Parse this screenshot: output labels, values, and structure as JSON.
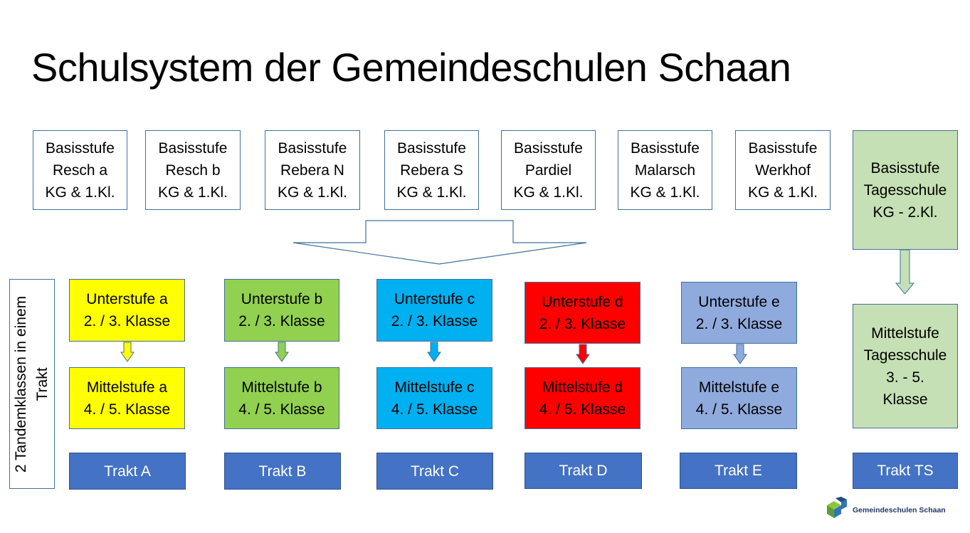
{
  "title": "Schulsystem der Gemeindeschulen Schaan",
  "side_label": "2 Tandemklassen in einem Trakt",
  "basisstufen": [
    {
      "line1": "Basisstufe",
      "line2": "Resch a",
      "line3": "KG & 1.Kl."
    },
    {
      "line1": "Basisstufe",
      "line2": "Resch b",
      "line3": "KG & 1.Kl."
    },
    {
      "line1": "Basisstufe",
      "line2": "Rebera N",
      "line3": "KG & 1.Kl."
    },
    {
      "line1": "Basisstufe",
      "line2": "Rebera S",
      "line3": "KG & 1.Kl."
    },
    {
      "line1": "Basisstufe",
      "line2": "Pardiel",
      "line3": "KG & 1.Kl."
    },
    {
      "line1": "Basisstufe",
      "line2": "Malarsch",
      "line3": "KG & 1.Kl."
    },
    {
      "line1": "Basisstufe",
      "line2": "Werkhof",
      "line3": "KG & 1.Kl."
    }
  ],
  "tagesschule_basis": {
    "line1": "Basisstufe",
    "line2": "Tagesschule",
    "line3": "KG - 2.Kl."
  },
  "tagesschule_mittel": {
    "line1": "Mittelstufe",
    "line2": "Tagesschule",
    "line3": "3. - 5.",
    "line4": "Klasse"
  },
  "trakte": [
    {
      "unter_label": "Unterstufe a",
      "unter_classes": "2. / 3. Klasse",
      "mittel_label": "Mittelstufe a",
      "mittel_classes": "4. / 5. Klasse",
      "trakt_label": "Trakt A",
      "color": "#ffff00",
      "arrow_color": "#ffff00"
    },
    {
      "unter_label": "Unterstufe b",
      "unter_classes": "2. / 3. Klasse",
      "mittel_label": "Mittelstufe b",
      "mittel_classes": "4. / 5. Klasse",
      "trakt_label": "Trakt B",
      "color": "#92d050",
      "arrow_color": "#92d050"
    },
    {
      "unter_label": "Unterstufe c",
      "unter_classes": "2. / 3. Klasse",
      "mittel_label": "Mittelstufe c",
      "mittel_classes": "4. / 5. Klasse",
      "trakt_label": "Trakt C",
      "color": "#00b0f0",
      "arrow_color": "#00b0f0"
    },
    {
      "unter_label": "Unterstufe d",
      "unter_classes": "2. / 3. Klasse",
      "mittel_label": "Mittelstufe d",
      "mittel_classes": "4. / 5. Klasse",
      "trakt_label": "Trakt D",
      "color": "#ff0000",
      "arrow_color": "#ff0000"
    },
    {
      "unter_label": "Unterstufe e",
      "unter_classes": "2. / 3. Klasse",
      "mittel_label": "Mittelstufe e",
      "mittel_classes": "4. / 5. Klasse",
      "trakt_label": "Trakt E",
      "color": "#8faadc",
      "arrow_color": "#8faadc"
    }
  ],
  "trakt_ts": "Trakt TS",
  "logo_text": "Gemeindeschulen Schaan",
  "colors": {
    "border": "#41719c",
    "trakt_bar": "#4472c4",
    "tagesschule": "#c5e0b4"
  }
}
